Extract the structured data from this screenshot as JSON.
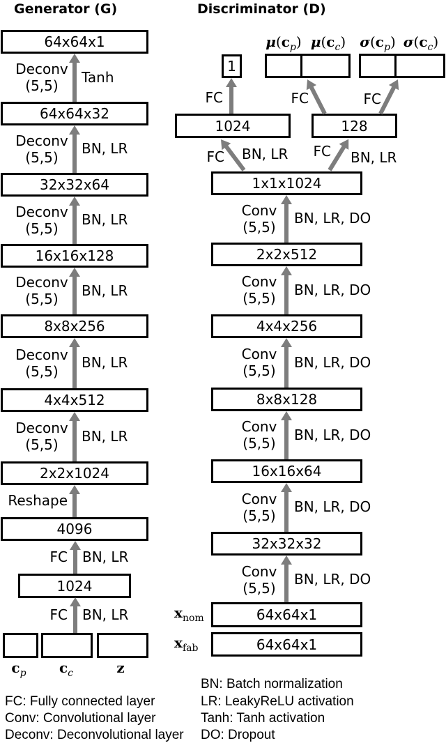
{
  "titles": {
    "generator": "Generator (G)",
    "discriminator": "Discriminator (D)"
  },
  "colors": {
    "arrow": "#7d7d7d",
    "border": "#000000",
    "background": "#ffffff"
  },
  "generator": {
    "layers": [
      "64x64x1",
      "64x64x32",
      "32x32x64",
      "16x16x128",
      "8x8x256",
      "4x4x512",
      "2x2x1024",
      "4096",
      "1024"
    ],
    "ops": [
      {
        "l1": "Deconv",
        "l2": "(5,5)",
        "r": "Tanh"
      },
      {
        "l1": "Deconv",
        "l2": "(5,5)",
        "r": "BN, LR"
      },
      {
        "l1": "Deconv",
        "l2": "(5,5)",
        "r": "BN, LR"
      },
      {
        "l1": "Deconv",
        "l2": "(5,5)",
        "r": "BN, LR"
      },
      {
        "l1": "Deconv",
        "l2": "(5,5)",
        "r": "BN, LR"
      },
      {
        "l1": "Deconv",
        "l2": "(5,5)",
        "r": "BN, LR"
      },
      {
        "l1": "Reshape",
        "l2": "",
        "r": ""
      },
      {
        "l1": "FC",
        "l2": "",
        "r": "BN, LR"
      },
      {
        "l1": "FC",
        "l2": "",
        "r": "BN, LR"
      }
    ],
    "inputs": [
      {
        "base": "c",
        "sub": "p"
      },
      {
        "base": "c",
        "sub": "c"
      },
      {
        "base": "z",
        "sub": ""
      }
    ]
  },
  "discriminator": {
    "layers": [
      "1x1x1024",
      "2x2x512",
      "4x4x256",
      "8x8x128",
      "16x16x64",
      "32x32x32",
      "64x64x1",
      "64x64x1"
    ],
    "ops": [
      {
        "l1": "Conv",
        "l2": "(5,5)",
        "r": "BN, LR, DO"
      },
      {
        "l1": "Conv",
        "l2": "(5,5)",
        "r": "BN, LR, DO"
      },
      {
        "l1": "Conv",
        "l2": "(5,5)",
        "r": "BN, LR, DO"
      },
      {
        "l1": "Conv",
        "l2": "(5,5)",
        "r": "BN, LR, DO"
      },
      {
        "l1": "Conv",
        "l2": "(5,5)",
        "r": "BN, LR, DO"
      },
      {
        "l1": "Conv",
        "l2": "(5,5)",
        "r": "BN, LR, DO"
      }
    ],
    "input_labels": [
      {
        "base": "x",
        "sub": "nom"
      },
      {
        "base": "x",
        "sub": "fab"
      }
    ],
    "heads": {
      "score": "1",
      "fc_wide": "1024",
      "fc_narrow": "128",
      "labels": [
        {
          "sym": "μ",
          "open": "(",
          "arg": "c",
          "sub": "p",
          "close": ")"
        },
        {
          "sym": "μ",
          "open": "(",
          "arg": "c",
          "sub": "c",
          "close": ")"
        },
        {
          "sym": "σ",
          "open": "(",
          "arg": "c",
          "sub": "p",
          "close": ")"
        },
        {
          "sym": "σ",
          "open": "(",
          "arg": "c",
          "sub": "c",
          "close": ")"
        }
      ]
    },
    "fc": {
      "score_fc": "FC",
      "left_fc": "FC",
      "left_bnlr": "BN, LR",
      "right_fc": "FC",
      "right_bnlr": "BN, LR",
      "mu_fc": "FC",
      "sigma_fc": "FC"
    }
  },
  "legend": {
    "left": [
      "FC: Fully connected layer",
      "Conv: Convolutional layer",
      "Deconv: Deconvolutional layer"
    ],
    "right": [
      "BN: Batch normalization",
      "LR: LeakyReLU activation",
      "Tanh: Tanh activation",
      "DO: Dropout"
    ]
  }
}
